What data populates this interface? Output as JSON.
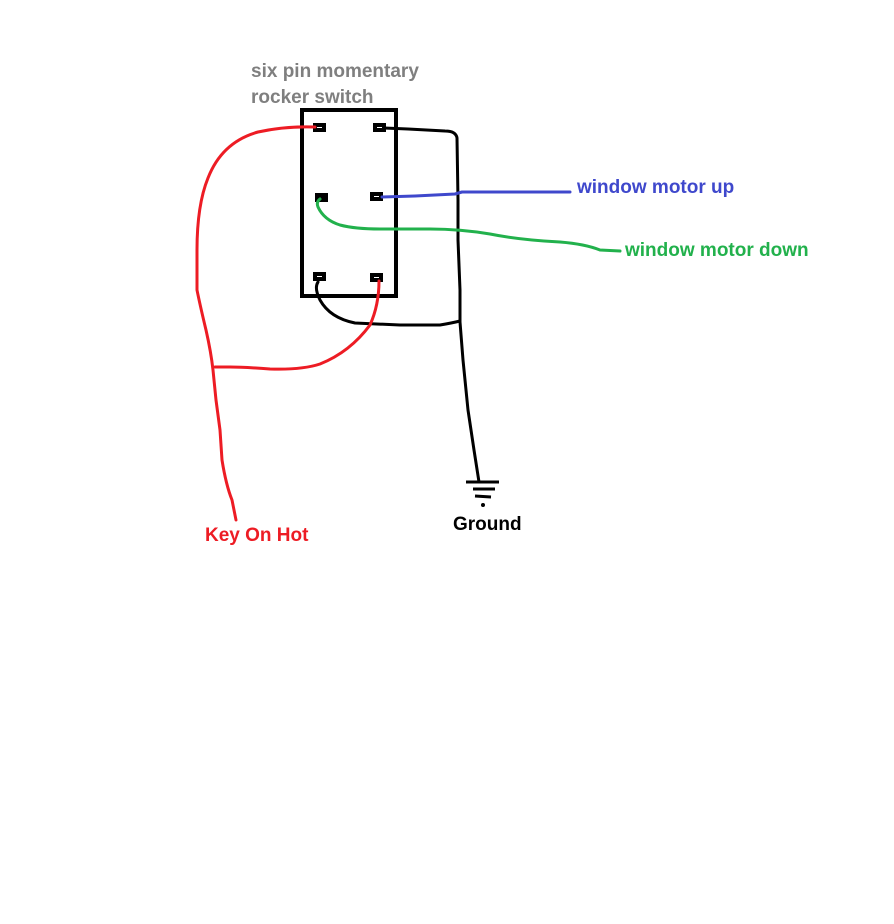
{
  "diagram": {
    "title_lines": [
      "six pin momentary",
      "rocker switch"
    ],
    "labels": {
      "motor_up": "window motor up",
      "motor_down": "window motor down",
      "key_on_hot": "Key On Hot",
      "ground": "Ground"
    },
    "colors": {
      "title": "#7f7f7f",
      "switch_body": "#000000",
      "red_wire": "#ed1c24",
      "blue_wire": "#3f48cc",
      "green_wire": "#22b14c",
      "black_wire": "#000000",
      "background": "#ffffff"
    },
    "switch": {
      "pins": [
        {
          "id": "top-left",
          "connection": "Key On Hot (red)"
        },
        {
          "id": "top-right",
          "connection": "Ground (black)"
        },
        {
          "id": "middle-left",
          "connection": "window motor down (green)"
        },
        {
          "id": "middle-right",
          "connection": "window motor up (blue)"
        },
        {
          "id": "bottom-left",
          "connection": "Ground (black)"
        },
        {
          "id": "bottom-right",
          "connection": "Key On Hot (red)"
        }
      ]
    }
  }
}
